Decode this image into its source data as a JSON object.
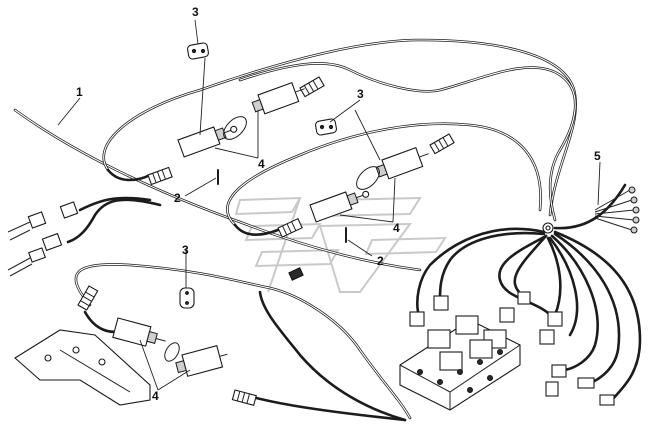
{
  "diagram": {
    "callouts": [
      {
        "id": "c1",
        "text": "1"
      },
      {
        "id": "c2a",
        "text": "2"
      },
      {
        "id": "c2b",
        "text": "2"
      },
      {
        "id": "c3a",
        "text": "3"
      },
      {
        "id": "c3b",
        "text": "3"
      },
      {
        "id": "c3c",
        "text": "3"
      },
      {
        "id": "c4a",
        "text": "4"
      },
      {
        "id": "c4b",
        "text": "4"
      },
      {
        "id": "c4c",
        "text": "4"
      },
      {
        "id": "c5",
        "text": "5"
      }
    ],
    "colors": {
      "line": "#1c1c1c",
      "watermark": "#c9c9c9",
      "background": "#ffffff"
    }
  }
}
